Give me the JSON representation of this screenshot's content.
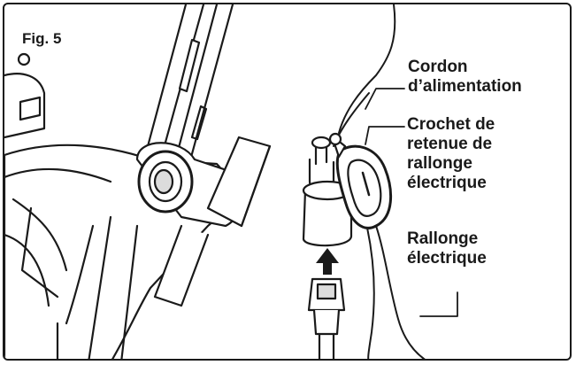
{
  "figure": {
    "label": "Fig. 5"
  },
  "callouts": {
    "power_cord": [
      "Cordon",
      "d’alimentation"
    ],
    "extension_hook": [
      "Crochet de",
      "retenue de",
      "rallonge",
      "électrique"
    ],
    "extension_cord": [
      "Rallonge",
      "électrique"
    ]
  },
  "colors": {
    "line": "#1a1a1a",
    "frame_fill": "#ffffff",
    "shade": "#dcdcdc"
  }
}
